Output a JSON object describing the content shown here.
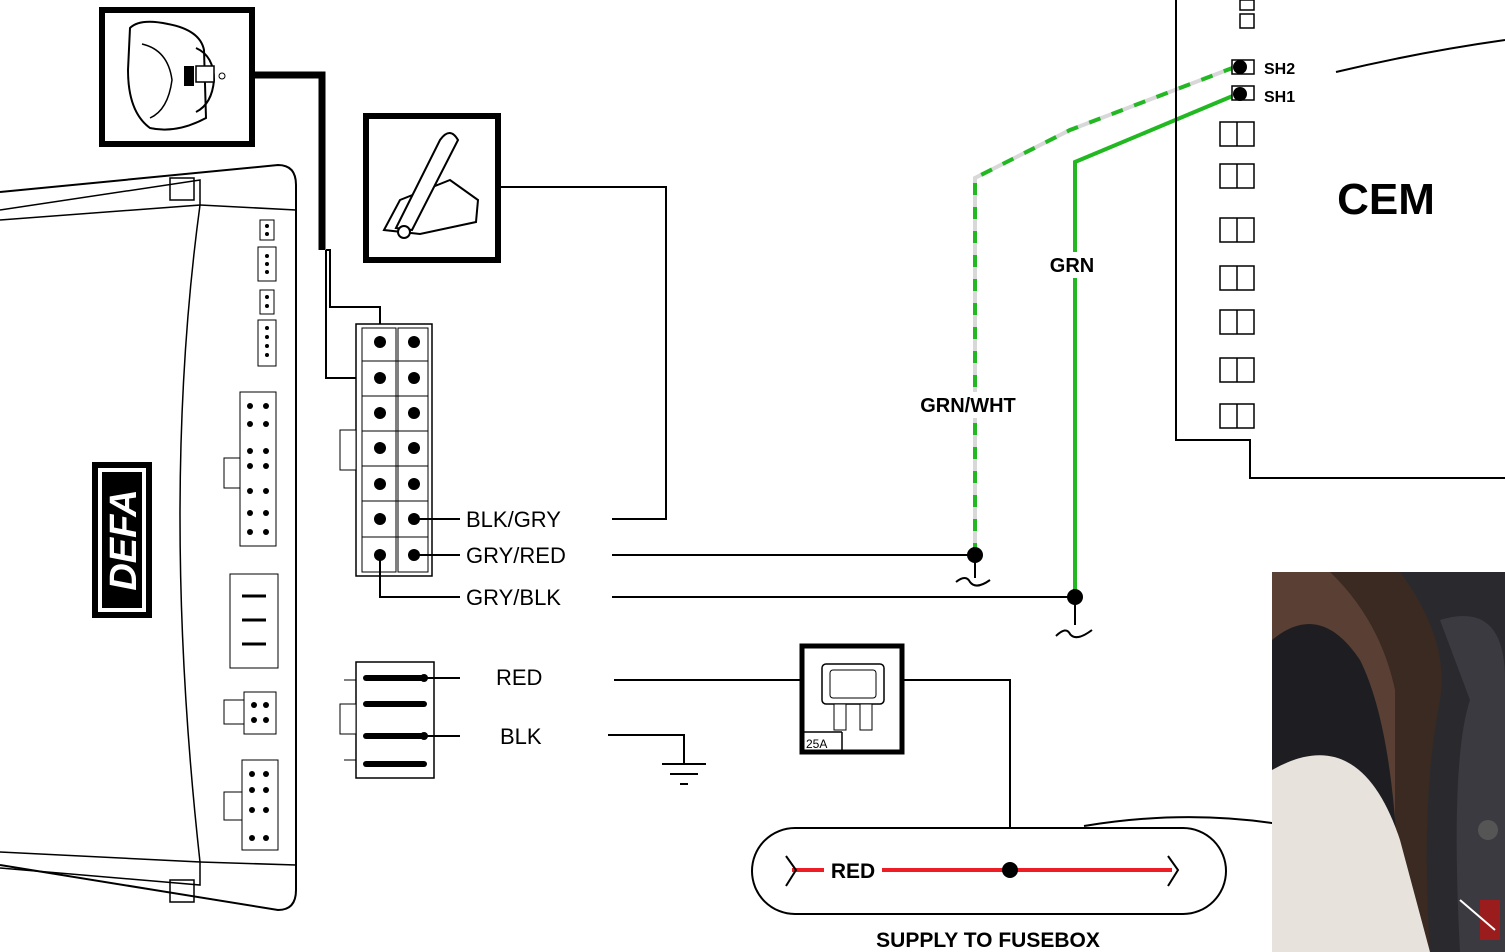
{
  "module": {
    "brand": "DEFA"
  },
  "wires": {
    "blk_gry": "BLK/GRY",
    "gry_red": "GRY/RED",
    "gry_blk": "GRY/BLK",
    "red": "RED",
    "blk": "BLK",
    "grn_wht": "GRN/WHT",
    "grn": "GRN",
    "red_supply": "RED"
  },
  "fuse": {
    "rating": "25A"
  },
  "cem": {
    "label": "CEM",
    "pin_sh2": "SH2",
    "pin_sh1": "SH1"
  },
  "supply": {
    "label": "SUPPLY TO FUSEBOX"
  },
  "colors": {
    "green": "#22b822",
    "red": "#ee1c24",
    "white_stripe": "#d8d8d8",
    "line": "#000000"
  },
  "icons": [
    "key-ignition-icon",
    "hood-switch-icon",
    "blade-fuse-icon",
    "ground-icon",
    "car-interior-photo"
  ]
}
